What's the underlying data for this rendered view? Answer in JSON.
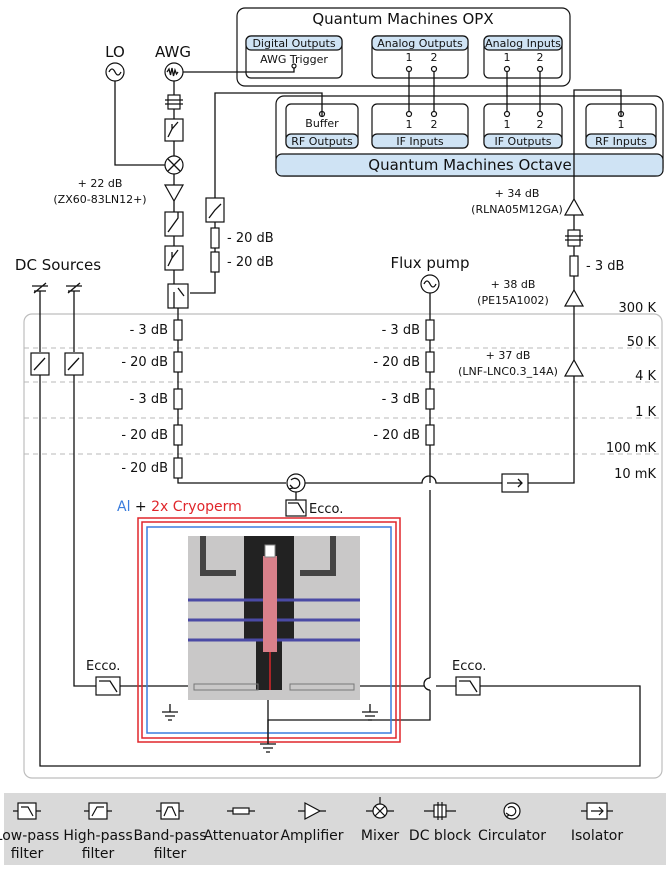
{
  "opx": {
    "title": "Quantum Machines OPX",
    "digital_outputs": "Digital Outputs",
    "awg_trigger": "AWG Trigger",
    "analog_outputs": "Analog Outputs",
    "analog_inputs": "Analog Inputs",
    "port_1": "1",
    "port_2": "2"
  },
  "octave": {
    "title": "Quantum Machines Octave",
    "buffer": "Buffer",
    "rf_outputs": "RF Outputs",
    "if_inputs": "IF Inputs",
    "if_outputs": "IF Outputs",
    "rf_inputs": "RF Inputs",
    "port_1": "1",
    "port_2": "2"
  },
  "sources": {
    "lo": "LO",
    "awg": "AWG",
    "dc_sources": "DC Sources",
    "flux_pump": "Flux pump"
  },
  "amplifiers": {
    "zx_gain": "+ 22 dB",
    "zx_model": "(ZX60-83LN12+)",
    "rlna_gain": "+ 34 dB",
    "rlna_model": "(RLNA05M12GA)",
    "pe_gain": "+ 38 dB",
    "pe_model": "(PE15A1002)",
    "lnc_gain": "+ 37 dB",
    "lnc_model": "(LNF-LNC0.3_14A)"
  },
  "attenuations": {
    "left_stack": [
      "- 3 dB",
      "- 20 dB",
      "- 3 dB",
      "- 20 dB",
      "- 20 dB"
    ],
    "flux_stack": [
      "- 3 dB",
      "- 20 dB",
      "- 3 dB",
      "- 20 dB"
    ],
    "drive_1": "- 20 dB",
    "drive_2": "- 20 dB",
    "readout": "- 3 dB"
  },
  "stages": [
    "300 K",
    "50 K",
    "4 K",
    "1 K",
    "100 mK",
    "10 mK"
  ],
  "shield": {
    "al": "Al",
    "plus": " + ",
    "cryoperm": "2x Cryoperm"
  },
  "ecco": {
    "top": "Ecco.",
    "left": "Ecco.",
    "right": "Ecco."
  },
  "legend": [
    {
      "line1": "Low-pass",
      "line2": "filter",
      "icon": "low-pass-filter-icon"
    },
    {
      "line1": "High-pass",
      "line2": "filter",
      "icon": "high-pass-filter-icon"
    },
    {
      "line1": "Band-pass",
      "line2": "filter",
      "icon": "band-pass-filter-icon"
    },
    {
      "line1": "Attenuator",
      "line2": "",
      "icon": "attenuator-icon"
    },
    {
      "line1": "Amplifier",
      "line2": "",
      "icon": "amplifier-icon"
    },
    {
      "line1": "Mixer",
      "line2": "",
      "icon": "mixer-icon"
    },
    {
      "line1": "DC block",
      "line2": "",
      "icon": "dc-block-icon"
    },
    {
      "line1": "Circulator",
      "line2": "",
      "icon": "circulator-icon"
    },
    {
      "line1": "Isolator",
      "line2": "",
      "icon": "isolator-icon"
    }
  ],
  "colors": {
    "header_fill": "#cfe3f4",
    "legend_bg": "#d9d9d9",
    "al_shield": "#3b7ddd",
    "cryoperm_shield": "#e0262b",
    "resonator": "#d9808a",
    "chip_bg": "#c9c8c8"
  }
}
